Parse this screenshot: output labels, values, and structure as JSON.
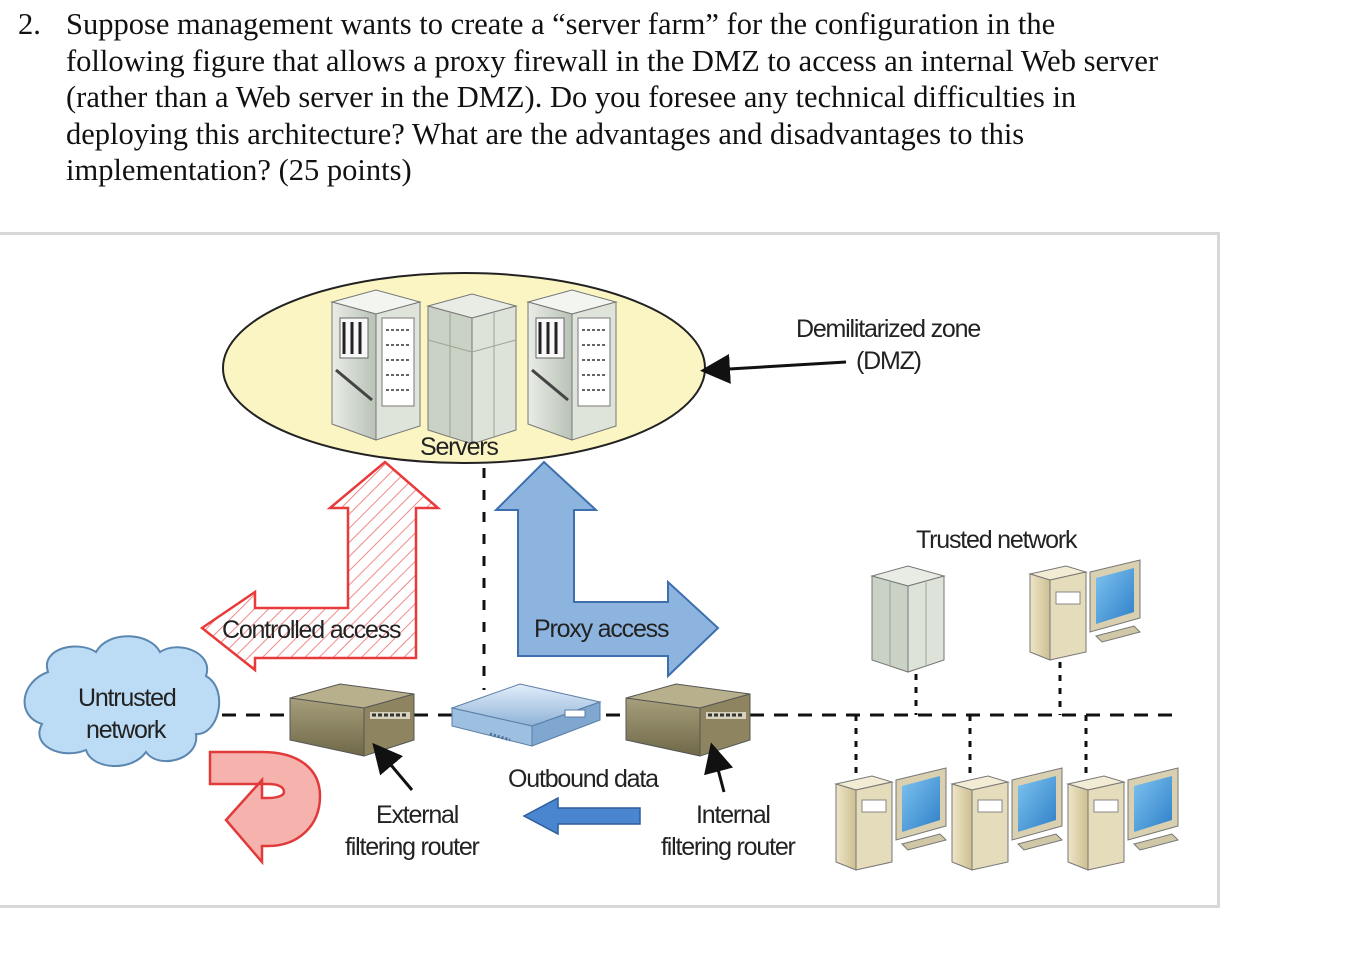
{
  "question": {
    "number": "2.",
    "lines": [
      "Suppose management wants to create a “server farm” for the configuration in the",
      "following figure that allows a proxy firewall in the DMZ to access an internal Web server",
      "(rather than a Web server in the DMZ). Do you foresee any technical difficulties in",
      "deploying this architecture? What are the advantages and disadvantages to this",
      "implementation? (25 points)"
    ]
  },
  "diagram": {
    "dmz_label_line1": "Demilitarized zone",
    "dmz_label_line2": "(DMZ)",
    "servers_label": "Servers",
    "controlled_access_label": "Controlled access",
    "proxy_access_label": "Proxy access",
    "trusted_network_label": "Trusted network",
    "untrusted_line1": "Untrusted",
    "untrusted_line2": "network",
    "outbound_label": "Outbound data",
    "external_router_line1": "External",
    "external_router_line2": "filtering router",
    "internal_router_line1": "Internal",
    "internal_router_line2": "filtering router",
    "icons": [
      "server-tower-icon",
      "server-box-icon",
      "router-icon",
      "proxy-firewall-icon",
      "workstation-icon",
      "cloud-icon"
    ],
    "colors": {
      "dmz_fill": "#fbf5c3",
      "controlled_access": "#e83a3a",
      "proxy_access": "#8db4de",
      "return_arrow": "#f6b3ae",
      "outbound_arrow": "#4a86cf",
      "cloud": "#bcdcf5",
      "router": "#8e8560"
    }
  }
}
